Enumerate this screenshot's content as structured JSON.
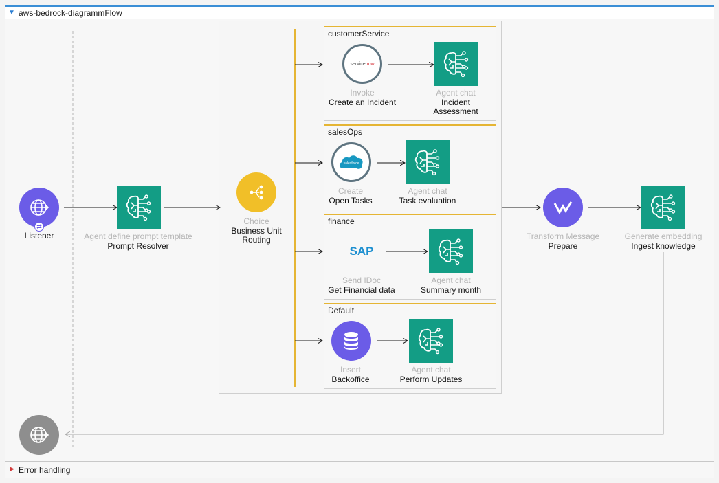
{
  "flow": {
    "title": "aws-bedrock-diagrammFlow",
    "error_handling_label": "Error handling"
  },
  "listener": {
    "name": "Listener",
    "icon": "globe-icon",
    "color": "#6b5ce7"
  },
  "prompt_resolver": {
    "type": "Agent define prompt template",
    "name": "Prompt Resolver",
    "icon": "bedrock-agent-icon"
  },
  "choice": {
    "type": "Choice",
    "name": "Business Unit Routing",
    "icon": "choice-split-icon",
    "color": "#f1bf28"
  },
  "routes": {
    "customer_service": {
      "title": "customerService",
      "connector": {
        "type": "Invoke",
        "name": "Create an Incident",
        "logo_prefix": "service",
        "logo_suffix": "now"
      },
      "agent": {
        "type": "Agent chat",
        "name": "Incident Assessment"
      }
    },
    "sales_ops": {
      "title": "salesOps",
      "connector": {
        "type": "Create",
        "name": "Open Tasks",
        "logo": "salesforce"
      },
      "agent": {
        "type": "Agent chat",
        "name": "Task evaluation"
      }
    },
    "finance": {
      "title": "finance",
      "connector": {
        "type": "Send IDoc",
        "name": "Get Financial data",
        "logo": "SAP"
      },
      "agent": {
        "type": "Agent chat",
        "name": "Summary month"
      }
    },
    "default": {
      "title": "Default",
      "connector": {
        "type": "Insert",
        "name": "Backoffice"
      },
      "agent": {
        "type": "Agent chat",
        "name": "Perform Updates"
      }
    }
  },
  "transform": {
    "type": "Transform Message",
    "name": "Prepare",
    "color": "#6b5ce7"
  },
  "embedding": {
    "type": "Generate embedding",
    "name": "Ingest knowledge"
  },
  "source_return": {
    "icon": "globe-icon",
    "color": "#8e8e8e"
  },
  "colors": {
    "agent_green": "#139d85",
    "accent_blue": "#3b8fd6",
    "choice_yellow": "#f1bf28",
    "route_border": "#e5b534"
  }
}
